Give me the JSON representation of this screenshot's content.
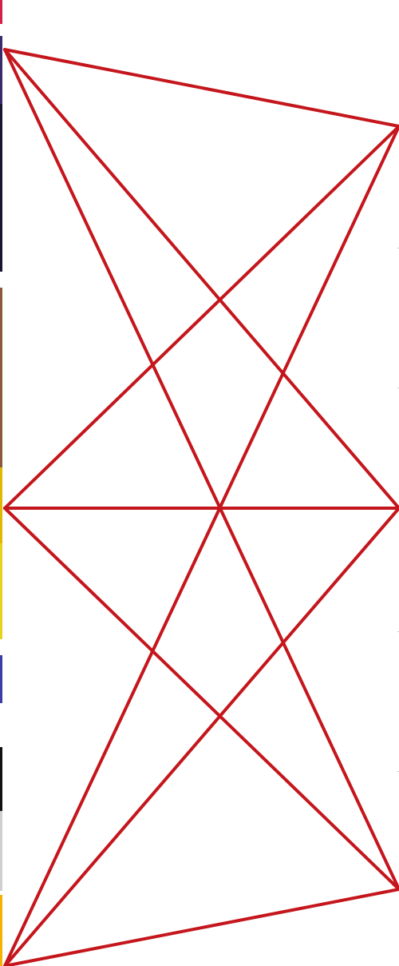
{
  "diagram": {
    "line_color": "#c4161c",
    "vertices": [
      "top-left",
      "upper-right",
      "middle-left",
      "middle-right",
      "lower-right",
      "bottom-left"
    ],
    "connections": [
      [
        "top-left",
        "upper-right"
      ],
      [
        "top-left",
        "middle-right"
      ],
      [
        "top-left",
        "lower-right"
      ],
      [
        "upper-right",
        "middle-left"
      ],
      [
        "upper-right",
        "bottom-left"
      ],
      [
        "middle-left",
        "middle-right"
      ],
      [
        "middle-left",
        "lower-right"
      ],
      [
        "middle-right",
        "bottom-left"
      ],
      [
        "lower-right",
        "bottom-left"
      ]
    ]
  },
  "background_strip": {
    "colors": [
      "#d61f4a",
      "#3b2a6b",
      "#1b1430",
      "#8a5a3a",
      "#e0b800",
      "#e6d21a",
      "#3d3da8",
      "#111111",
      "#cfcfcf",
      "#f2b400"
    ]
  }
}
